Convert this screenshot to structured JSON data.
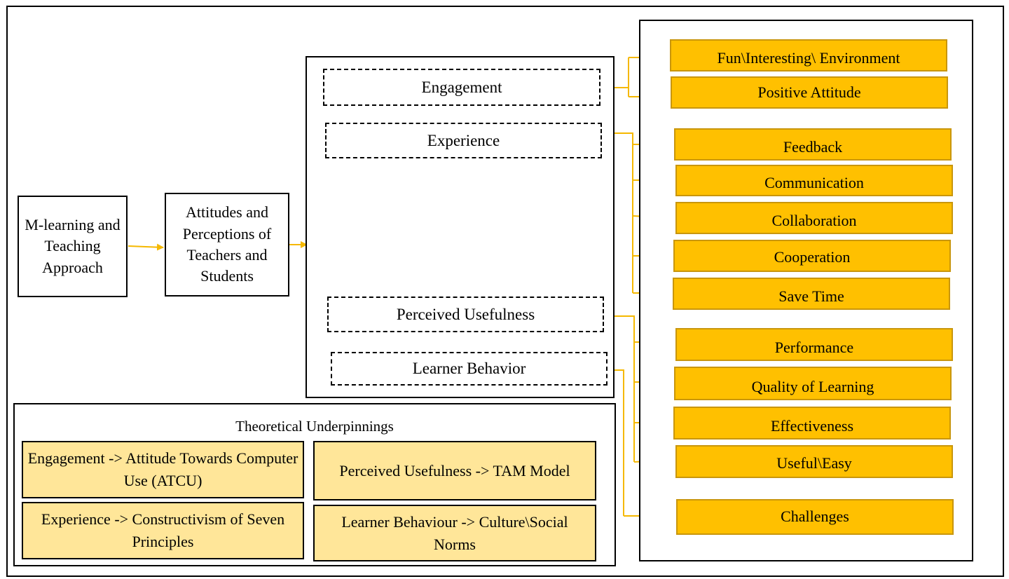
{
  "diagram": {
    "inputs": {
      "mlearning": "M-learning and Teaching Approach",
      "attitudes": "Attitudes and Perceptions of Teachers and Students"
    },
    "factors": {
      "engagement": "Engagement",
      "experience": "Experience",
      "perceived_usefulness": "Perceived Usefulness",
      "learner_behavior": "Learner Behavior"
    },
    "outcomes": [
      "Fun\\Interesting\\ Environment",
      "Positive Attitude",
      "Feedback",
      "Communication",
      "Collaboration",
      "Cooperation",
      "Save Time",
      "Performance",
      "Quality of Learning",
      "Effectiveness",
      "Useful\\Easy",
      "Challenges"
    ],
    "theory": {
      "title": "Theoretical Underpinnings",
      "items": [
        "Engagement -> Attitude Towards Computer Use (ATCU)",
        "Perceived Usefulness -> TAM Model",
        "Experience -> Constructivism of Seven Principles",
        "Learner Behaviour -> Culture\\Social Norms"
      ]
    },
    "colors": {
      "outcome_fill": "#ffc000",
      "theory_fill": "#ffe699",
      "arrow": "#f5b800"
    }
  }
}
